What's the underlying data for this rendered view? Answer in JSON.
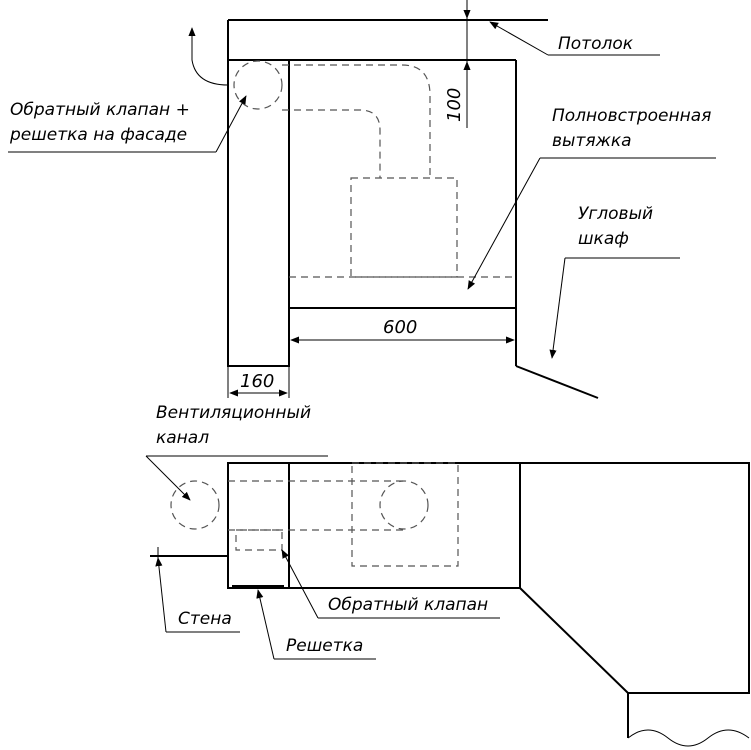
{
  "labels": {
    "ceiling": "Потолок",
    "check_valve_grille_line1": "Обратный клапан +",
    "check_valve_grille_line2": "решетка на фасаде",
    "built_in_hood_line1": "Полновстроенная",
    "built_in_hood_line2": "вытяжка",
    "corner_cabinet_line1": "Угловый",
    "corner_cabinet_line2": "шкаф",
    "vent_channel_line1": "Вентиляционный",
    "vent_channel_line2": "канал",
    "wall": "Стена",
    "check_valve": "Обратный клапан",
    "grille": "Решетка"
  },
  "dimensions": {
    "gap_to_ceiling": "100",
    "cabinet_width": "600",
    "side_panel_depth": "160"
  }
}
